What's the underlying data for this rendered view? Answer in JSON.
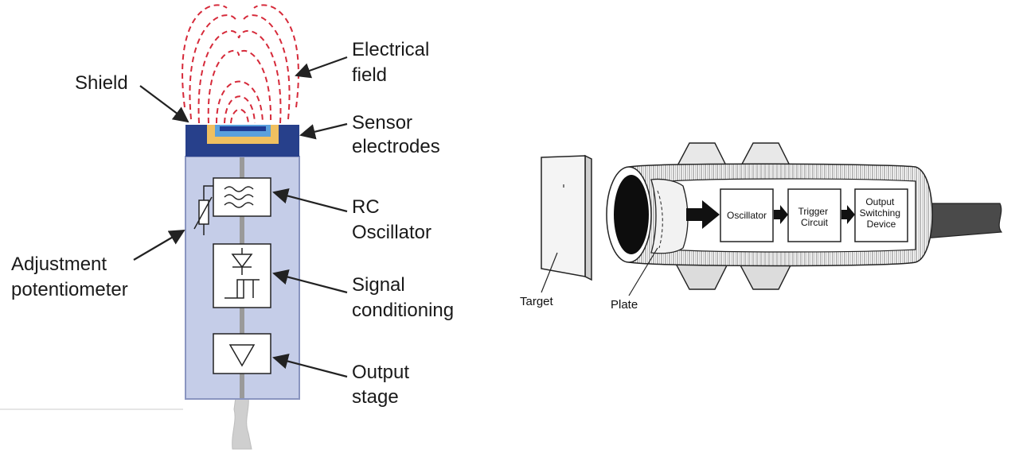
{
  "left_diagram": {
    "labels": {
      "electrical_field": [
        "Electrical",
        "field"
      ],
      "shield": "Shield",
      "sensor_electrodes": [
        "Sensor",
        "electrodes"
      ],
      "rc_oscillator": [
        "RC",
        "Oscillator"
      ],
      "adjustment_potentiometer": [
        "Adjustment",
        "potentiometer"
      ],
      "signal_conditioning": [
        "Signal",
        "conditioning"
      ],
      "output_stage": [
        "Output",
        "stage"
      ]
    },
    "colors": {
      "field_lines": "#d62a3a",
      "sensor_head": "#27408b",
      "electrode": "#f0c060",
      "body": "#c5cde8",
      "body_border": "#8a95c0"
    }
  },
  "right_diagram": {
    "labels": {
      "target": "Target",
      "plate": "Plate",
      "oscillator": "Oscillator",
      "trigger_circuit": [
        "Trigger",
        "Circuit"
      ],
      "output_switching_device": [
        "Output",
        "Switching",
        "Device"
      ]
    }
  }
}
